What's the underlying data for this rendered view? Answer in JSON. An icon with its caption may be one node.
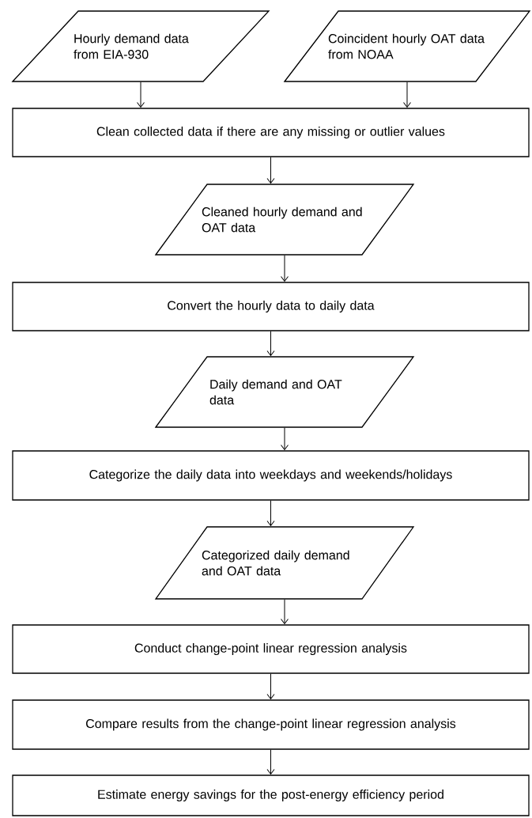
{
  "diagram": {
    "nodes": [
      {
        "text": [
          "Hourly demand data from EIA-930"
        ]
      },
      {
        "text": [
          "Coincident hourly OAT data from NOAA"
        ]
      },
      {
        "text": [
          "Clean collected data if there are any missing or outlier values"
        ]
      },
      {
        "text": [
          "Cleaned hourly demand and OAT data"
        ]
      },
      {
        "text": [
          "Convert the hourly data to daily data"
        ]
      },
      {
        "text": [
          "Daily demand and OAT data"
        ]
      },
      {
        "text": [
          "Categorize the daily data into weekdays and weekends/holidays"
        ]
      },
      {
        "text": [
          "Categorized daily demand and OAT data"
        ]
      },
      {
        "text": [
          "Conduct change-point linear regression analysis"
        ]
      },
      {
        "text": [
          "Compare results from the change-point linear regression analysis"
        ]
      },
      {
        "text": [
          "Estimate energy savings for the post-energy efficiency period"
        ]
      }
    ],
    "edges": [
      {
        "from": 0,
        "to": 2,
        "arrow": "to"
      },
      {
        "from": 1,
        "to": 2,
        "arrow": "to"
      },
      {
        "from": 2,
        "to": 3,
        "arrow": "to"
      },
      {
        "from": 3,
        "to": 4,
        "arrow": "to"
      },
      {
        "from": 4,
        "to": 5,
        "arrow": "to"
      },
      {
        "from": 5,
        "to": 6,
        "arrow": "to"
      },
      {
        "from": 6,
        "to": 7,
        "arrow": "to"
      },
      {
        "from": 7,
        "to": 8,
        "arrow": "to"
      },
      {
        "from": 8,
        "to": 9,
        "arrow": "to"
      },
      {
        "from": 9,
        "to": 10,
        "arrow": "to"
      }
    ]
  }
}
